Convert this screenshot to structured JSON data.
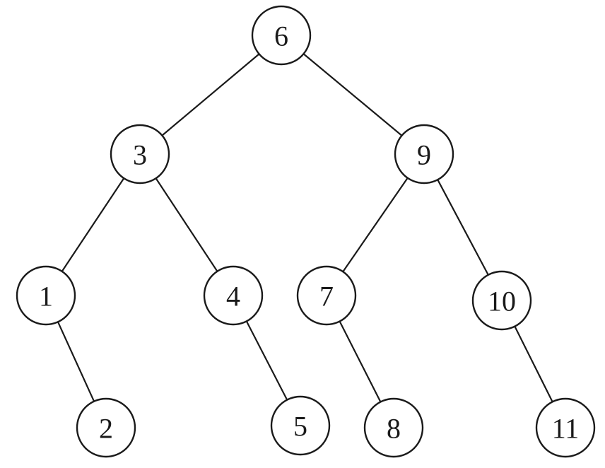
{
  "diagram": {
    "type": "binary-tree",
    "root": "6",
    "nodes": [
      {
        "id": "n6",
        "label": "6"
      },
      {
        "id": "n3",
        "label": "3"
      },
      {
        "id": "n9",
        "label": "9"
      },
      {
        "id": "n1",
        "label": "1"
      },
      {
        "id": "n4",
        "label": "4"
      },
      {
        "id": "n7",
        "label": "7"
      },
      {
        "id": "n10",
        "label": "10"
      },
      {
        "id": "n2",
        "label": "2"
      },
      {
        "id": "n5",
        "label": "5"
      },
      {
        "id": "n8",
        "label": "8"
      },
      {
        "id": "n11",
        "label": "11"
      }
    ],
    "edges": [
      {
        "from": "n6",
        "to": "n3",
        "side": "left"
      },
      {
        "from": "n6",
        "to": "n9",
        "side": "right"
      },
      {
        "from": "n3",
        "to": "n1",
        "side": "left"
      },
      {
        "from": "n3",
        "to": "n4",
        "side": "right"
      },
      {
        "from": "n9",
        "to": "n7",
        "side": "left"
      },
      {
        "from": "n9",
        "to": "n10",
        "side": "right"
      },
      {
        "from": "n1",
        "to": "n2",
        "side": "right"
      },
      {
        "from": "n4",
        "to": "n5",
        "side": "right"
      },
      {
        "from": "n7",
        "to": "n8",
        "side": "right"
      },
      {
        "from": "n10",
        "to": "n11",
        "side": "right"
      }
    ],
    "colors": {
      "stroke": "#1a1a1a",
      "fill": "#ffffff",
      "text": "#1a1a1a"
    }
  }
}
